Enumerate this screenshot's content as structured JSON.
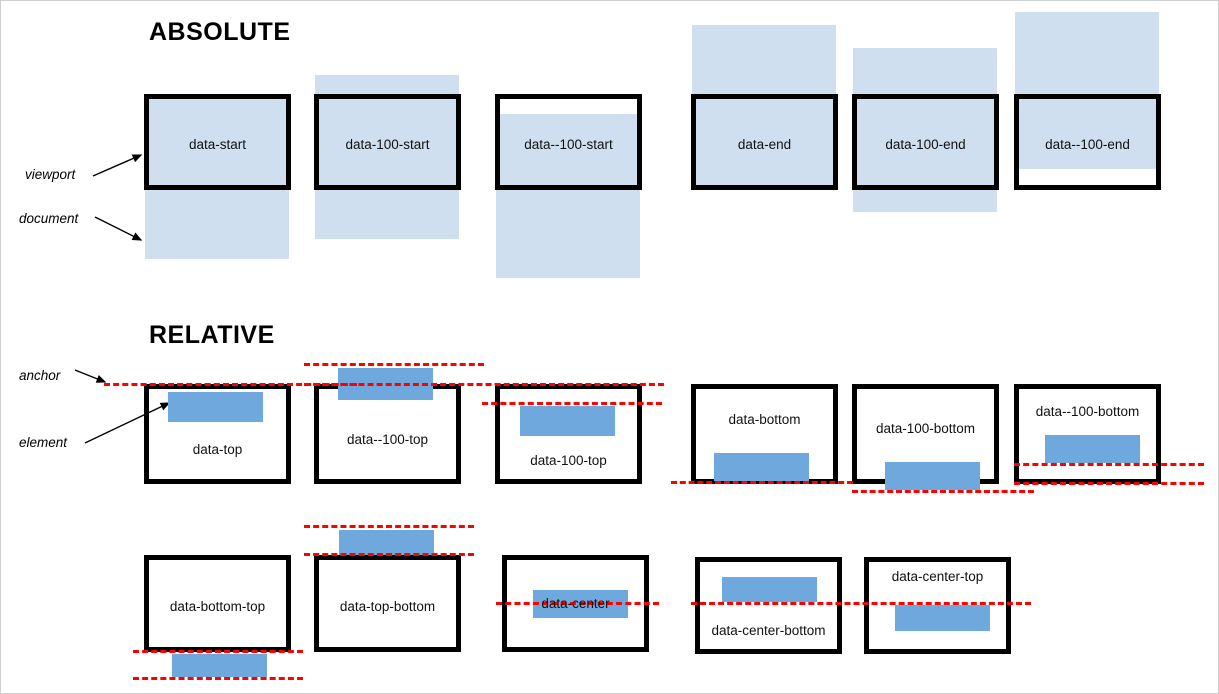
{
  "diagram": {
    "title": "CSS anchor positioning reference diagram",
    "colors": {
      "viewport_border": "#000000",
      "document_fill": "#cfdff0",
      "element_fill": "#6fa8dc",
      "anchor_line": "#ff0000",
      "page_background": "#ffffff"
    },
    "sections": [
      {
        "id": "absolute",
        "title": "ABSOLUTE"
      },
      {
        "id": "relative",
        "title": "RELATIVE"
      }
    ],
    "annotations": [
      {
        "id": "viewport",
        "label": "viewport"
      },
      {
        "id": "document",
        "label": "document"
      },
      {
        "id": "anchor",
        "label": "anchor"
      },
      {
        "id": "element",
        "label": "element"
      }
    ],
    "absolute_cases": [
      {
        "id": "data-start",
        "label": "data-start"
      },
      {
        "id": "data-100-start",
        "label": "data-100-start"
      },
      {
        "id": "data--100-start",
        "label": "data--100-start"
      },
      {
        "id": "data-end",
        "label": "data-end"
      },
      {
        "id": "data-100-end",
        "label": "data-100-end"
      },
      {
        "id": "data--100-end",
        "label": "data--100-end"
      }
    ],
    "relative_cases_row1": [
      {
        "id": "data-top",
        "label": "data-top"
      },
      {
        "id": "data--100-top",
        "label": "data--100-top"
      },
      {
        "id": "data-100-top",
        "label": "data-100-top"
      },
      {
        "id": "data-bottom",
        "label": "data-bottom"
      },
      {
        "id": "data-100-bottom",
        "label": "data-100-bottom"
      },
      {
        "id": "data--100-bottom",
        "label": "data--100-bottom"
      }
    ],
    "relative_cases_row2": [
      {
        "id": "data-bottom-top",
        "label": "data-bottom-top"
      },
      {
        "id": "data-top-bottom",
        "label": "data-top-bottom"
      },
      {
        "id": "data-center",
        "label": "data-center"
      },
      {
        "id": "data-center-bottom",
        "label": "data-center-bottom"
      },
      {
        "id": "data-center-top",
        "label": "data-center-top"
      }
    ]
  }
}
